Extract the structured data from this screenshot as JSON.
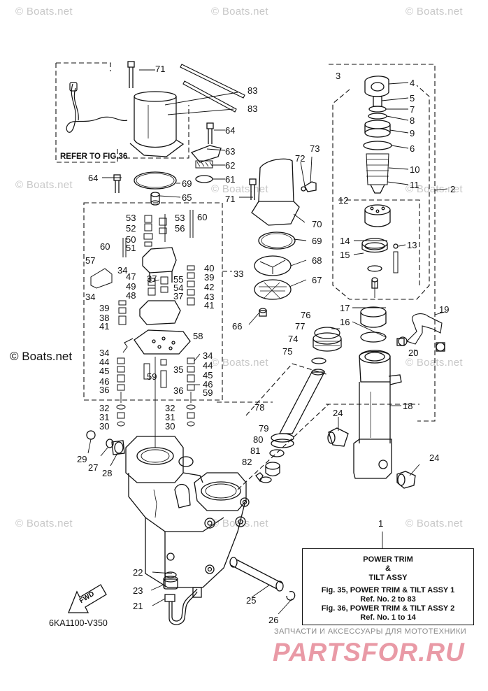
{
  "watermark": "© Boats.net",
  "copyright_label": "© Boats.net",
  "refer_label": "REFER TO FIG.36",
  "drawing_code": "6KA1100-V350",
  "fwd_label": "FWD",
  "ref_box": {
    "title": "POWER TRIM",
    "amp": "&",
    "subtitle": "TILT ASSY",
    "line1": "Fig. 35, POWER TRIM & TILT ASSY 1",
    "line2": "Ref. No. 2 to 83",
    "line3": "Fig. 36, POWER TRIM & TILT ASSY 2",
    "line4": "Ref. No. 1 to 14"
  },
  "shop": {
    "tagline": "ЗАПЧАСТИ И АКСЕССУАРЫ ДЛЯ МОТОТЕХНИКИ",
    "logo": "PARTSFOR.RU"
  },
  "callouts": [
    "71",
    "83",
    "83",
    "64",
    "63",
    "62",
    "61",
    "64",
    "69",
    "65",
    "53",
    "52",
    "50",
    "51",
    "53",
    "56",
    "60",
    "60",
    "57",
    "34",
    "47",
    "37",
    "49",
    "48",
    "34",
    "39",
    "38",
    "41",
    "40",
    "39",
    "42",
    "55",
    "54",
    "43",
    "37",
    "41",
    "33",
    "58",
    "34",
    "44",
    "45",
    "46",
    "36",
    "59",
    "34",
    "44",
    "35",
    "45",
    "46",
    "36",
    "59",
    "32",
    "31",
    "30",
    "32",
    "31",
    "30",
    "29",
    "27",
    "28",
    "22",
    "23",
    "21",
    "25",
    "26",
    "71",
    "70",
    "69",
    "68",
    "67",
    "66",
    "73",
    "72",
    "3",
    "4",
    "5",
    "7",
    "8",
    "9",
    "6",
    "10",
    "11",
    "2",
    "12",
    "14",
    "15",
    "13",
    "17",
    "16",
    "19",
    "20",
    "18",
    "24",
    "24",
    "76",
    "77",
    "74",
    "75",
    "78",
    "79",
    "80",
    "81",
    "82",
    "1"
  ]
}
